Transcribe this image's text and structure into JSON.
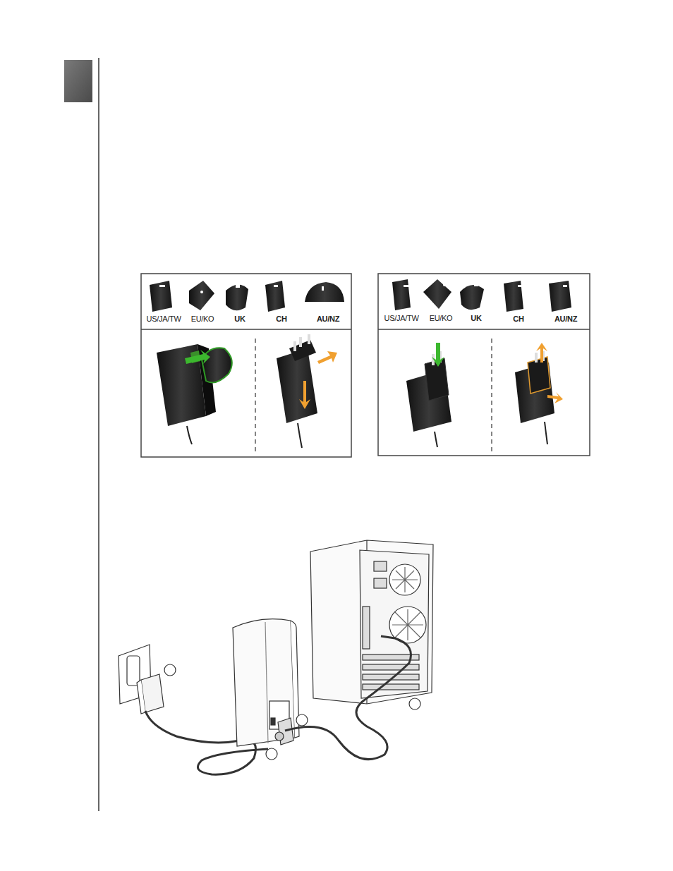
{
  "diagram": {
    "labels": [
      "US/JA/TW",
      "EU/KO",
      "UK",
      "CH",
      "AU/NZ",
      "US/JA/TW",
      "EU/KO",
      "UK",
      "CH",
      "AU/NZ"
    ]
  }
}
